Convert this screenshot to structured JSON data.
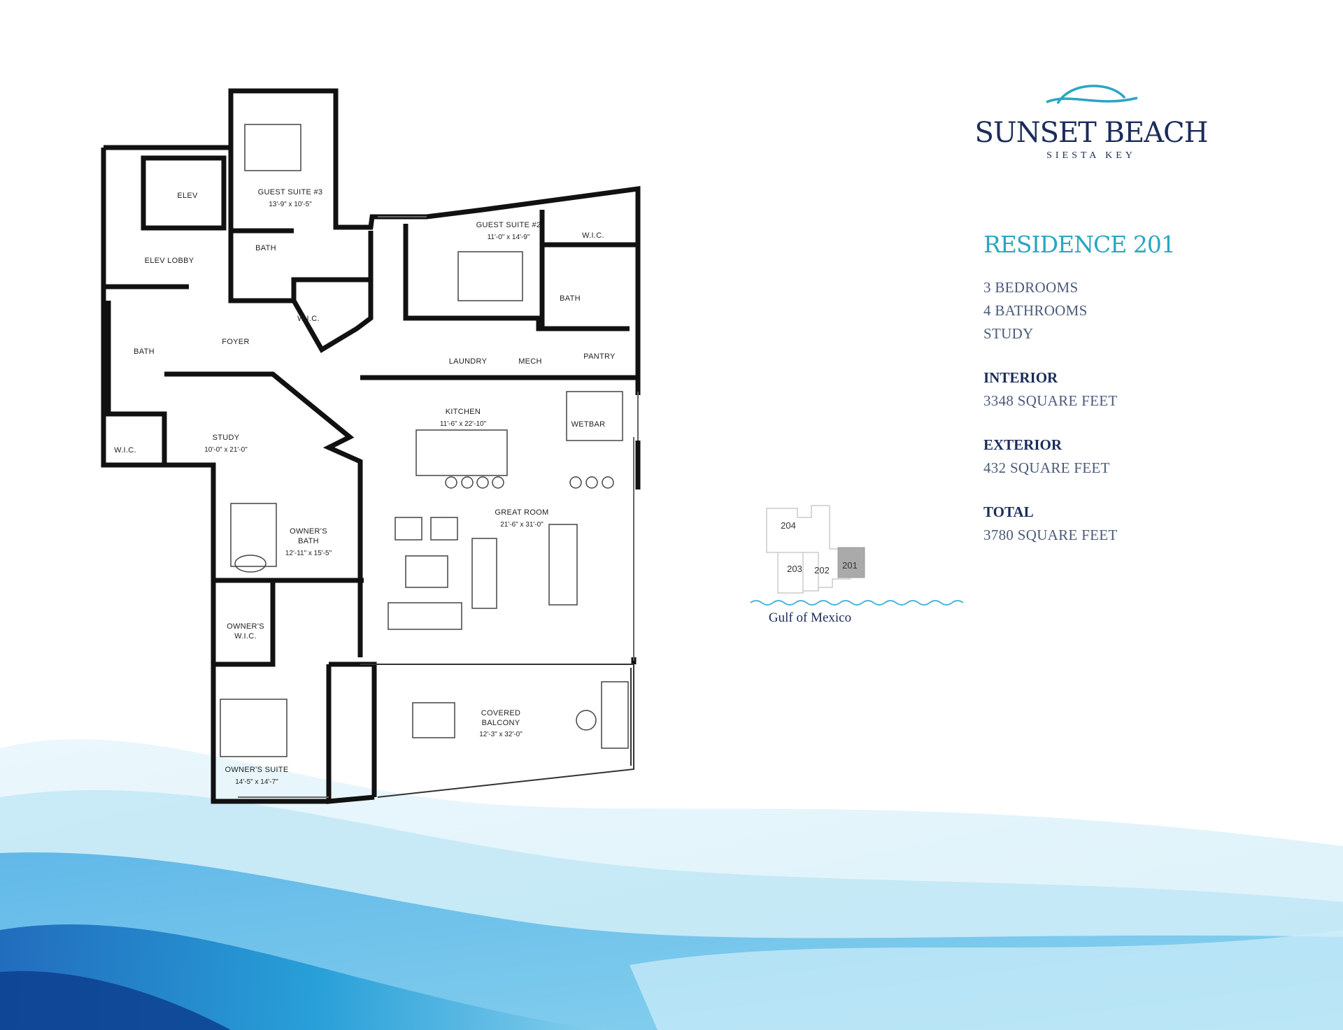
{
  "brand": {
    "name": "SUNSET BEACH",
    "location": "SIESTA KEY"
  },
  "residence": {
    "title": "RESIDENCE 201",
    "features": [
      "3 BEDROOMS",
      "4 BATHROOMS",
      "STUDY"
    ],
    "interior_label": "INTERIOR",
    "interior_value": "3348 SQUARE FEET",
    "exterior_label": "EXTERIOR",
    "exterior_value": "432 SQUARE FEET",
    "total_label": "TOTAL",
    "total_value": "3780 SQUARE FEET"
  },
  "floorplan": {
    "rooms": {
      "elev": "ELEV",
      "elev_lobby": "ELEV LOBBY",
      "guest3": "GUEST SUITE #3",
      "guest3_dim": "13'-9\" x 10'-5\"",
      "bath_top": "BATH",
      "guest2": "GUEST SUITE #2",
      "guest2_dim": "11'-0\" x 14'-9\"",
      "wic_top": "W.I.C.",
      "bath_right": "BATH",
      "wic_mid": "W.I.C.",
      "foyer": "FOYER",
      "bath_left": "BATH",
      "laundry": "LAUNDRY",
      "mech": "MECH",
      "pantry": "PANTRY",
      "kitchen": "KITCHEN",
      "kitchen_dim": "11'-6\" x 22'-10\"",
      "wetbar": "WETBAR",
      "study": "STUDY",
      "study_dim": "10'-0\" x 21'-0\"",
      "wic_left": "W.I.C.",
      "great_room": "GREAT ROOM",
      "great_room_dim": "21'-6\" x 31'-0\"",
      "owners_bath_1": "OWNER'S",
      "owners_bath_2": "BATH",
      "owners_bath_dim": "12'-11\" x 15'-5\"",
      "owners_wic_1": "OWNER'S",
      "owners_wic_2": "W.I.C.",
      "balcony_1": "COVERED",
      "balcony_2": "BALCONY",
      "balcony_dim": "12'-3\" x 32'-0\"",
      "owners_suite": "OWNER'S SUITE",
      "owners_suite_dim": "14'-5\" x 14'-7\""
    }
  },
  "keyplan": {
    "units": [
      "204",
      "203",
      "202",
      "201"
    ],
    "highlight_unit": "201",
    "water_label": "Gulf of Mexico"
  },
  "colors": {
    "navy": "#1b2c5a",
    "teal": "#2aa6c2",
    "wall": "#111111",
    "highlight": "#aaaaaa"
  }
}
